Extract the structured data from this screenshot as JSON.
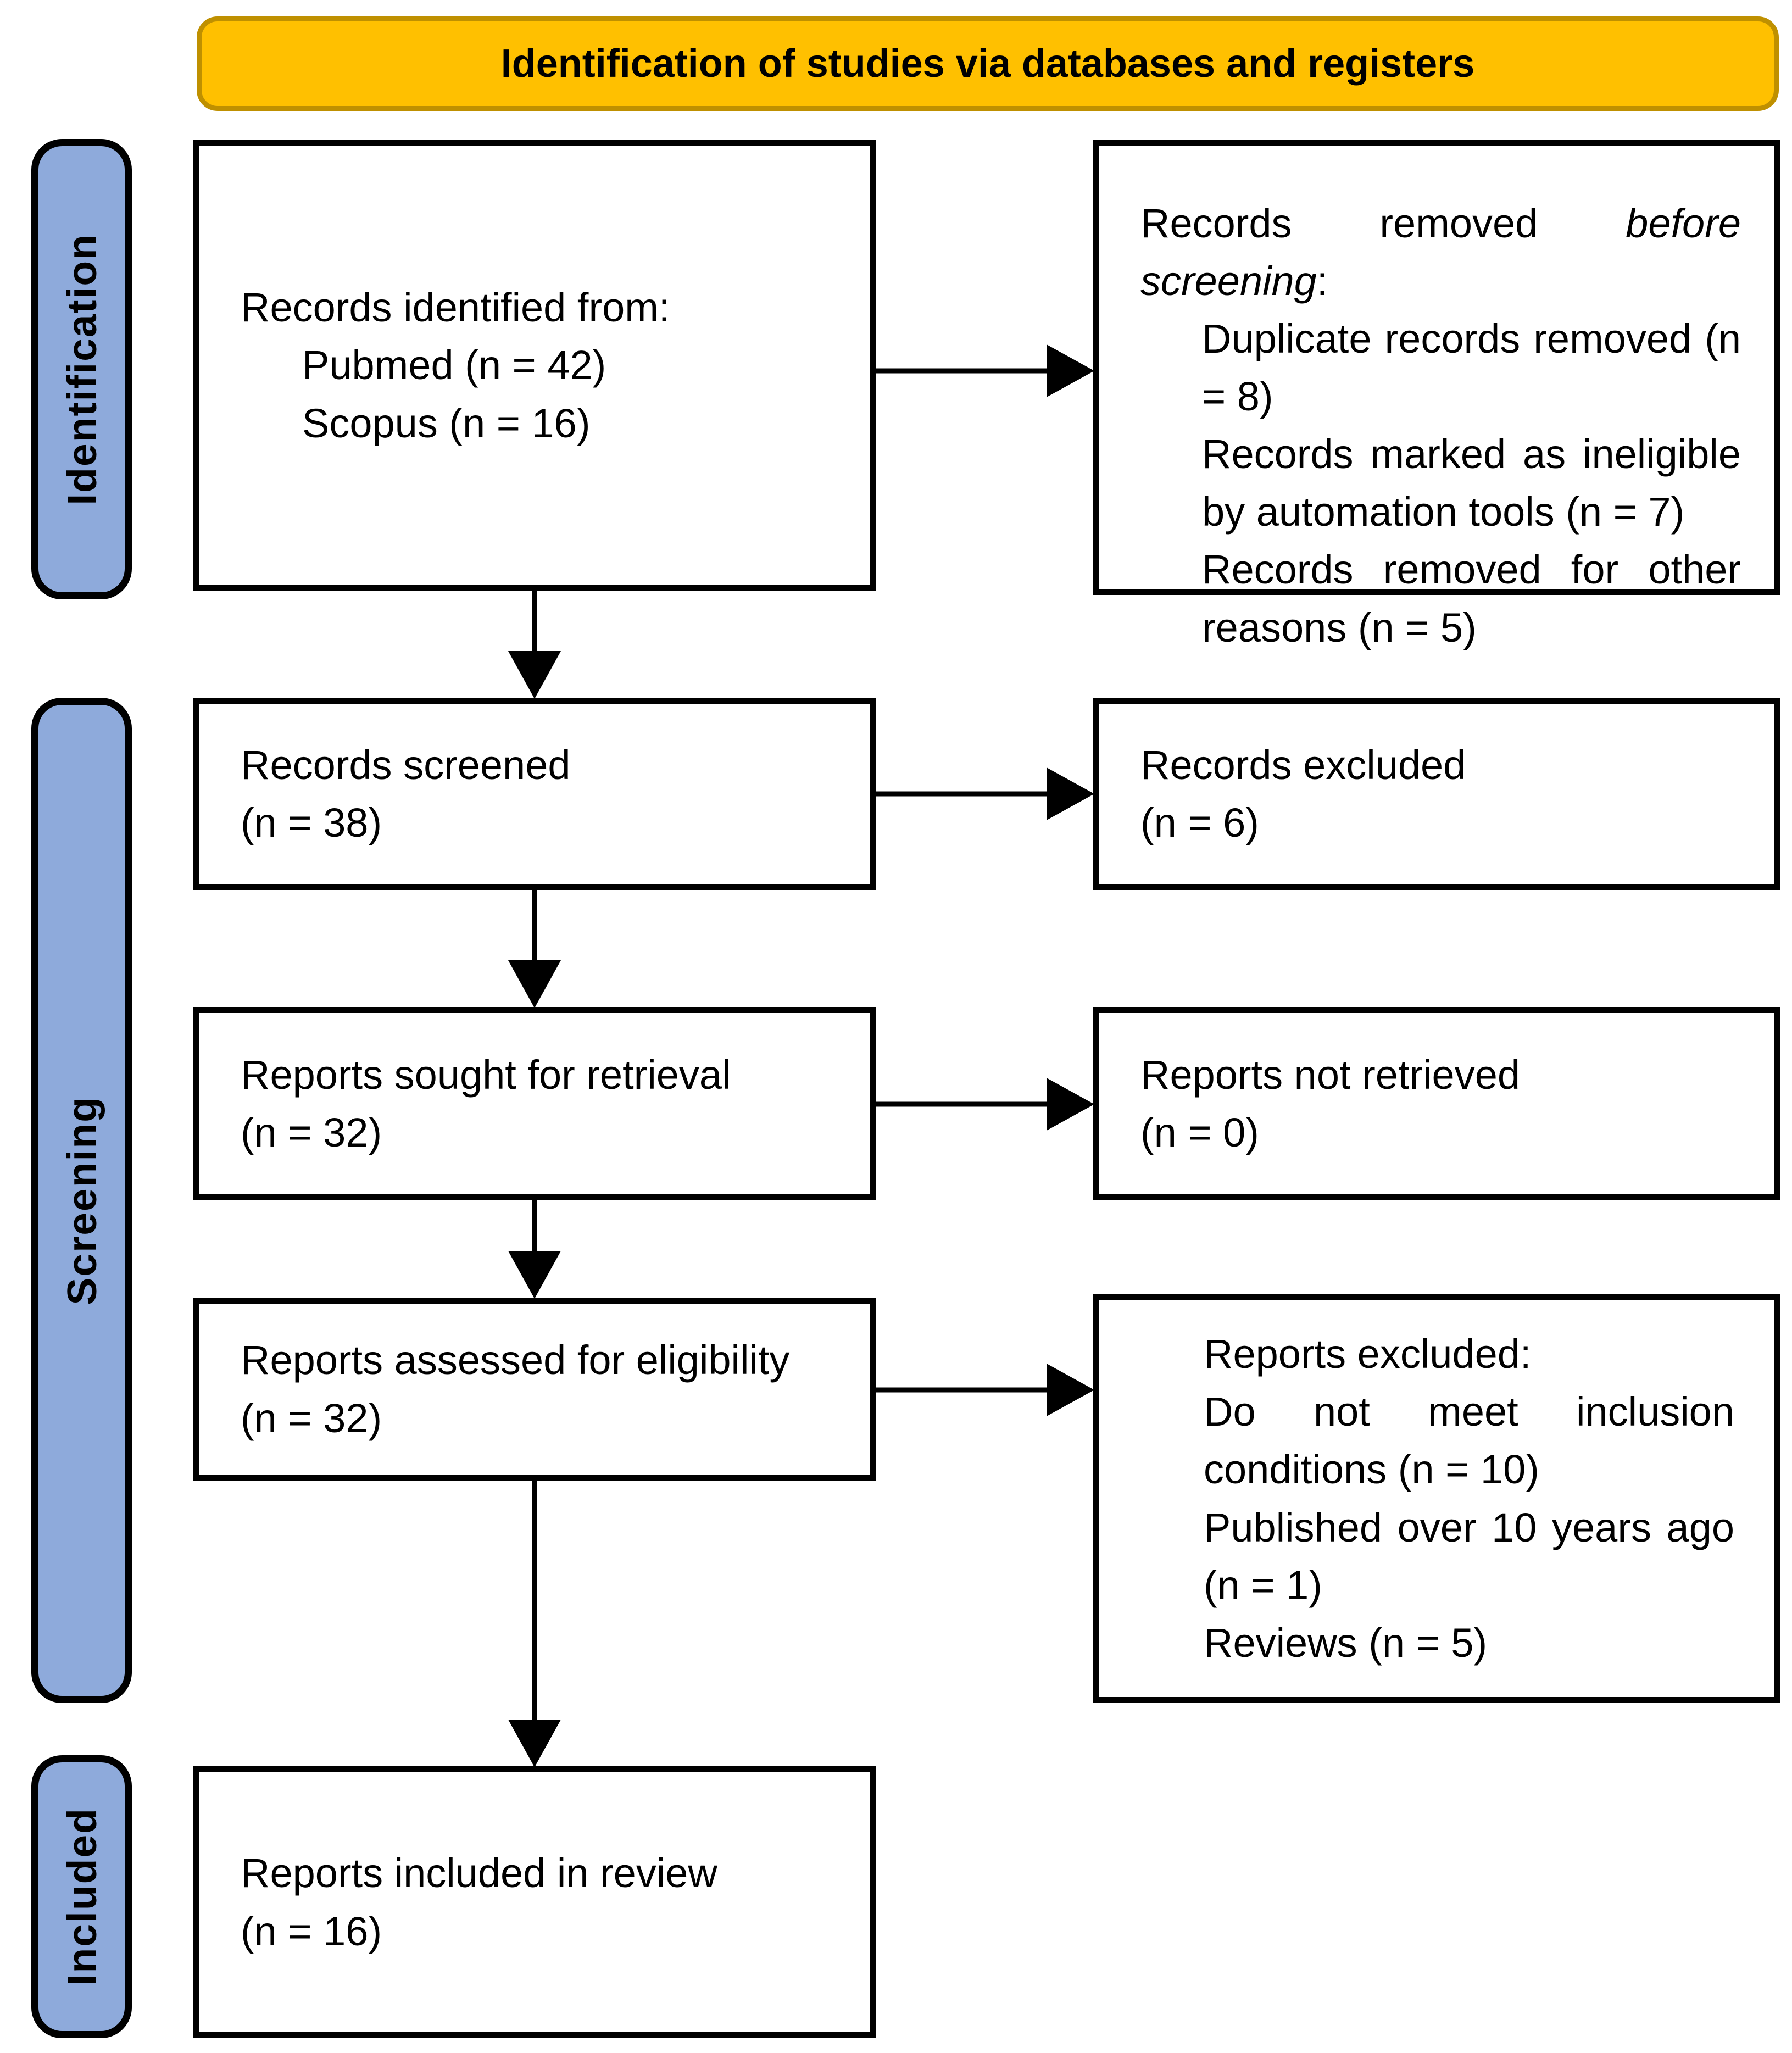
{
  "header": {
    "title": "Identification of studies via databases and registers"
  },
  "stages": [
    {
      "label": "Identification"
    },
    {
      "label": "Screening"
    },
    {
      "label": "Included"
    }
  ],
  "boxes": {
    "identified": {
      "title": "Records identified from:",
      "items": [
        "Pubmed (n = 42)",
        "Scopus (n = 16)"
      ]
    },
    "removed": {
      "title_prefix": "Records removed ",
      "title_italic": "before screening",
      "title_suffix": ":",
      "items": [
        "Duplicate records removed (n = 8)",
        "Records marked as ineligible by automation tools (n = 7)",
        "Records removed for other reasons (n = 5)"
      ]
    },
    "screened": {
      "lines": [
        "Records screened",
        "(n = 38)"
      ]
    },
    "records_excluded": {
      "lines": [
        "Records excluded",
        "(n = 6)"
      ]
    },
    "sought": {
      "lines": [
        "Reports sought for retrieval",
        "(n = 32)"
      ]
    },
    "not_retrieved": {
      "lines": [
        "Reports not retrieved",
        "(n = 0)"
      ]
    },
    "assessed": {
      "lines": [
        "Reports assessed for eligibility",
        "(n = 32)"
      ]
    },
    "reports_excluded": {
      "title": "Reports excluded:",
      "items": [
        "Do not meet inclusion conditions (n = 10)",
        "Published over 10 years ago (n = 1)",
        "Reviews (n = 5)"
      ]
    },
    "included": {
      "lines": [
        "Reports included in review",
        "(n = 16)"
      ]
    }
  },
  "colors": {
    "header_fill": "#FFC000",
    "header_border": "#BF9000",
    "stage_fill": "#8EAADB",
    "stage_border": "#000000",
    "box_fill": "#FFFFFF",
    "box_border": "#000000",
    "arrow": "#000000"
  }
}
